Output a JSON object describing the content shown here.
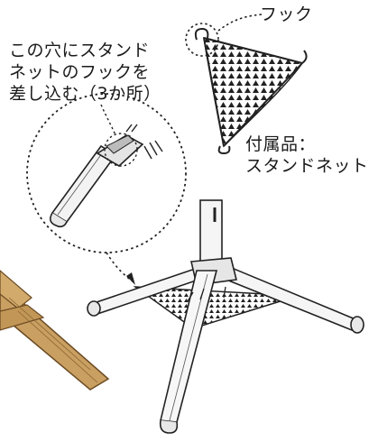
{
  "labels": {
    "hook": "フック",
    "instruction": [
      "この穴にスタンド",
      "ネットのフックを",
      "差し込む（3か所）"
    ],
    "accessory": [
      "付属品：",
      "スタンドネット"
    ]
  }
}
